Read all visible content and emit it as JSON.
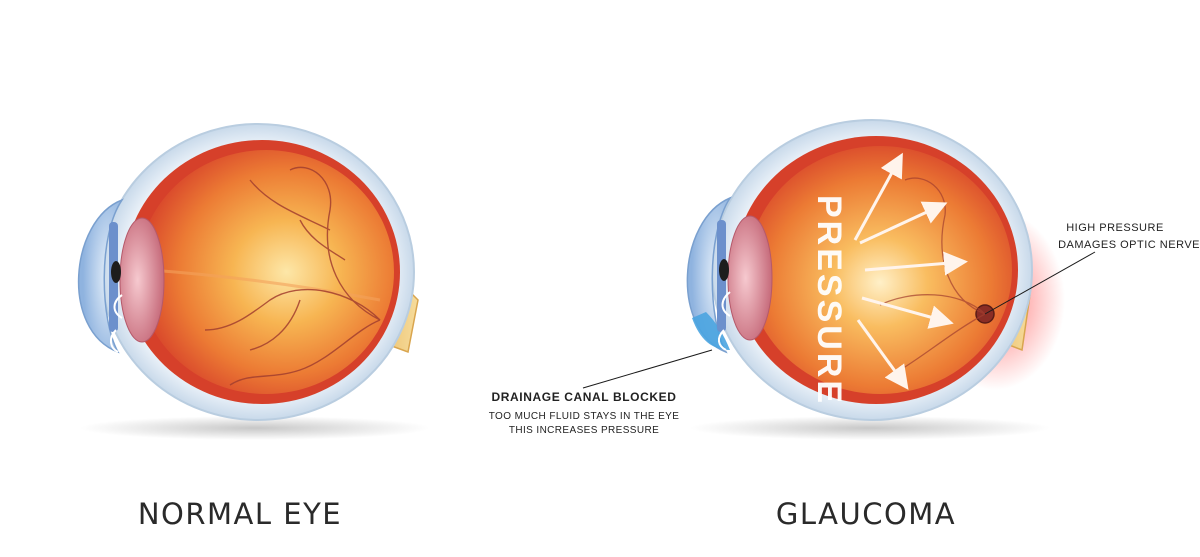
{
  "labels": {
    "normal_eye": "NORMAL EYE",
    "glaucoma": "GLAUCOMA",
    "pressure": "PRESSURE"
  },
  "annotations": {
    "drainage_title": "DRAINAGE CANAL BLOCKED",
    "drainage_line1": "TOO MUCH FLUID STAYS IN THE EYE",
    "drainage_line2": "THIS INCREASES PRESSURE",
    "nerve_line1": "HIGH PRESSURE",
    "nerve_line2": "DAMAGES  OPTIC NERVE"
  },
  "colors": {
    "background": "#ffffff",
    "sclera_outer": "#dce8f3",
    "eyeball_red": "#d6402a",
    "eyeball_orange": "#f5a640",
    "eyeball_core": "#fde7a8",
    "blood_vessel": "#a33f2f",
    "optic_nerve": "#f1d28a",
    "cornea": "#a9c8ea",
    "iris_blue": "#6c90cc",
    "drainage_blocked": "#4aa4e0",
    "pressure_glow": "#ff3b3b",
    "arrows": "#fff4ec",
    "text": "#2a2a2a"
  }
}
